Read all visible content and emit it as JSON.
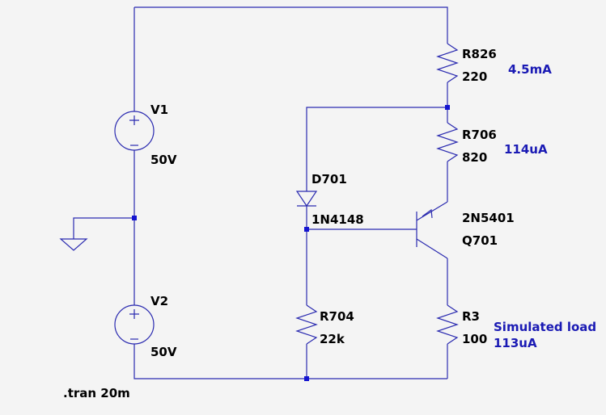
{
  "schematic": {
    "components": {
      "V1": {
        "name": "V1",
        "value": "50V"
      },
      "V2": {
        "name": "V2",
        "value": "50V"
      },
      "R826": {
        "name": "R826",
        "value": "220"
      },
      "R706": {
        "name": "R706",
        "value": "820"
      },
      "D701": {
        "name": "D701",
        "value": "1N4148"
      },
      "Q701": {
        "name": "Q701",
        "value": "2N5401"
      },
      "R704": {
        "name": "R704",
        "value": "22k"
      },
      "R3": {
        "name": "R3",
        "value": "100"
      }
    },
    "annotations": {
      "r826_current": "4.5mA",
      "r706_current": "114uA",
      "load_label": "Simulated load",
      "load_current": "113uA"
    },
    "directive": ".tran 20m"
  },
  "colors": {
    "wire": "#2b2bb0",
    "annotation_text": "#1a1ab4",
    "label_text": "#000000",
    "background": "#f4f4f4",
    "junction": "#1515d0"
  }
}
